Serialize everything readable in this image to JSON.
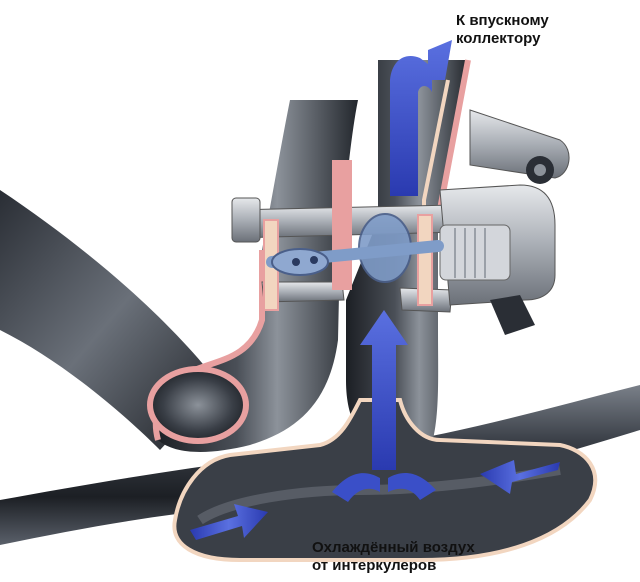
{
  "labels": {
    "intake_manifold": [
      "К впускному",
      "коллектору"
    ],
    "intercooler_air": [
      "Охлаждённый воздух",
      "от интеркулеров"
    ]
  },
  "colors": {
    "background": "#ffffff",
    "pipe_dark": "#1c1f24",
    "pipe_mid": "#4a4f57",
    "pipe_highlight": "#8c929a",
    "cut_edge": "#e8a0a0",
    "cut_inner": "#f2d6c0",
    "airflow_arrow": "#3a4fc8",
    "metal": "#b8bcc2",
    "flap": "#7f9cc8"
  },
  "icons": {
    "flow_arrows": "arrow-icon",
    "throttle_flap": "throttle-flap-icon",
    "actuator": "actuator-motor-icon"
  }
}
